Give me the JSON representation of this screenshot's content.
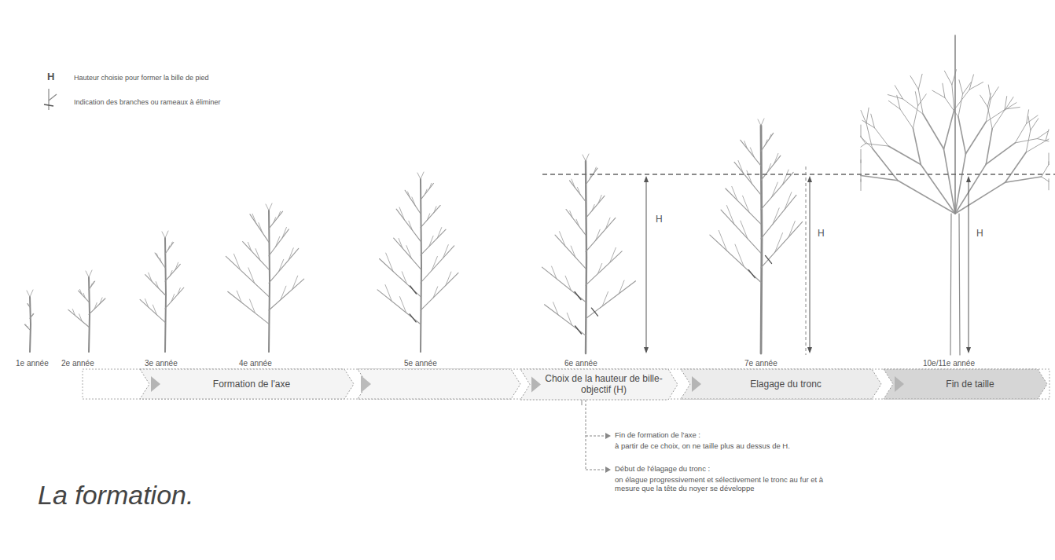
{
  "diagram": {
    "title": "La formation.",
    "nodes": [
      {
        "text": [
          "Formation de l'axe"
        ]
      },
      {
        "text": [
          "Choix de la hauteur de bille-objectif (H)"
        ]
      },
      {
        "text": [
          "Elagage du tronc"
        ]
      },
      {
        "text": [
          "Fin de taille"
        ]
      }
    ],
    "labels": [
      "H",
      "1e année",
      "2e année",
      "3e année",
      "4e année",
      "5e année",
      "6e année",
      "7e année",
      "10e/11e année",
      "H",
      "H",
      "H",
      "Fin de formation de l'axe :",
      "à partir de ce choix, on ne taille plus au dessus de H.",
      "Début de l'élagage du tronc :",
      "on élague progressivement et sélectivement le tronc au fur et à mesure que la tête du noyer se développe"
    ],
    "legend": [
      {
        "text": "Hauteur choisie pour former la bille de pied"
      },
      {
        "text": "Indication des branches ou rameaux à éliminer"
      }
    ]
  }
}
